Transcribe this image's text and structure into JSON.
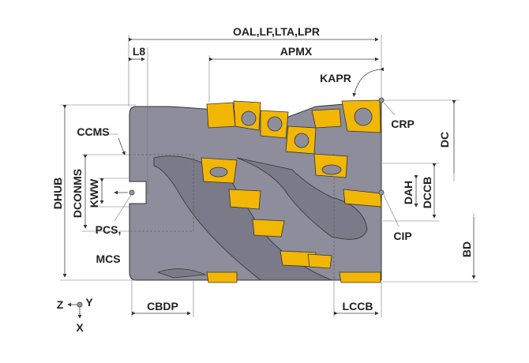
{
  "labels": {
    "oal": "OAL,LF,LTA,LPR",
    "l8": "L8",
    "apmx": "APMX",
    "kapr": "KAPR",
    "crp": "CRP",
    "dc": "DC",
    "dah": "DAH",
    "dccb": "DCCB",
    "cip": "CIP",
    "bd": "BD",
    "dhub": "DHUB",
    "ccms": "CCMS",
    "dconms": "DCONMS",
    "kww": "KWW",
    "pcs": "PCS,",
    "mcs": "MCS",
    "cbdp": "CBDP",
    "lccb": "LCCB",
    "axis_z": "Z",
    "axis_y": "Y",
    "axis_x": "X"
  },
  "colors": {
    "body": "#8d8d9c",
    "insert": "#f2b705"
  }
}
